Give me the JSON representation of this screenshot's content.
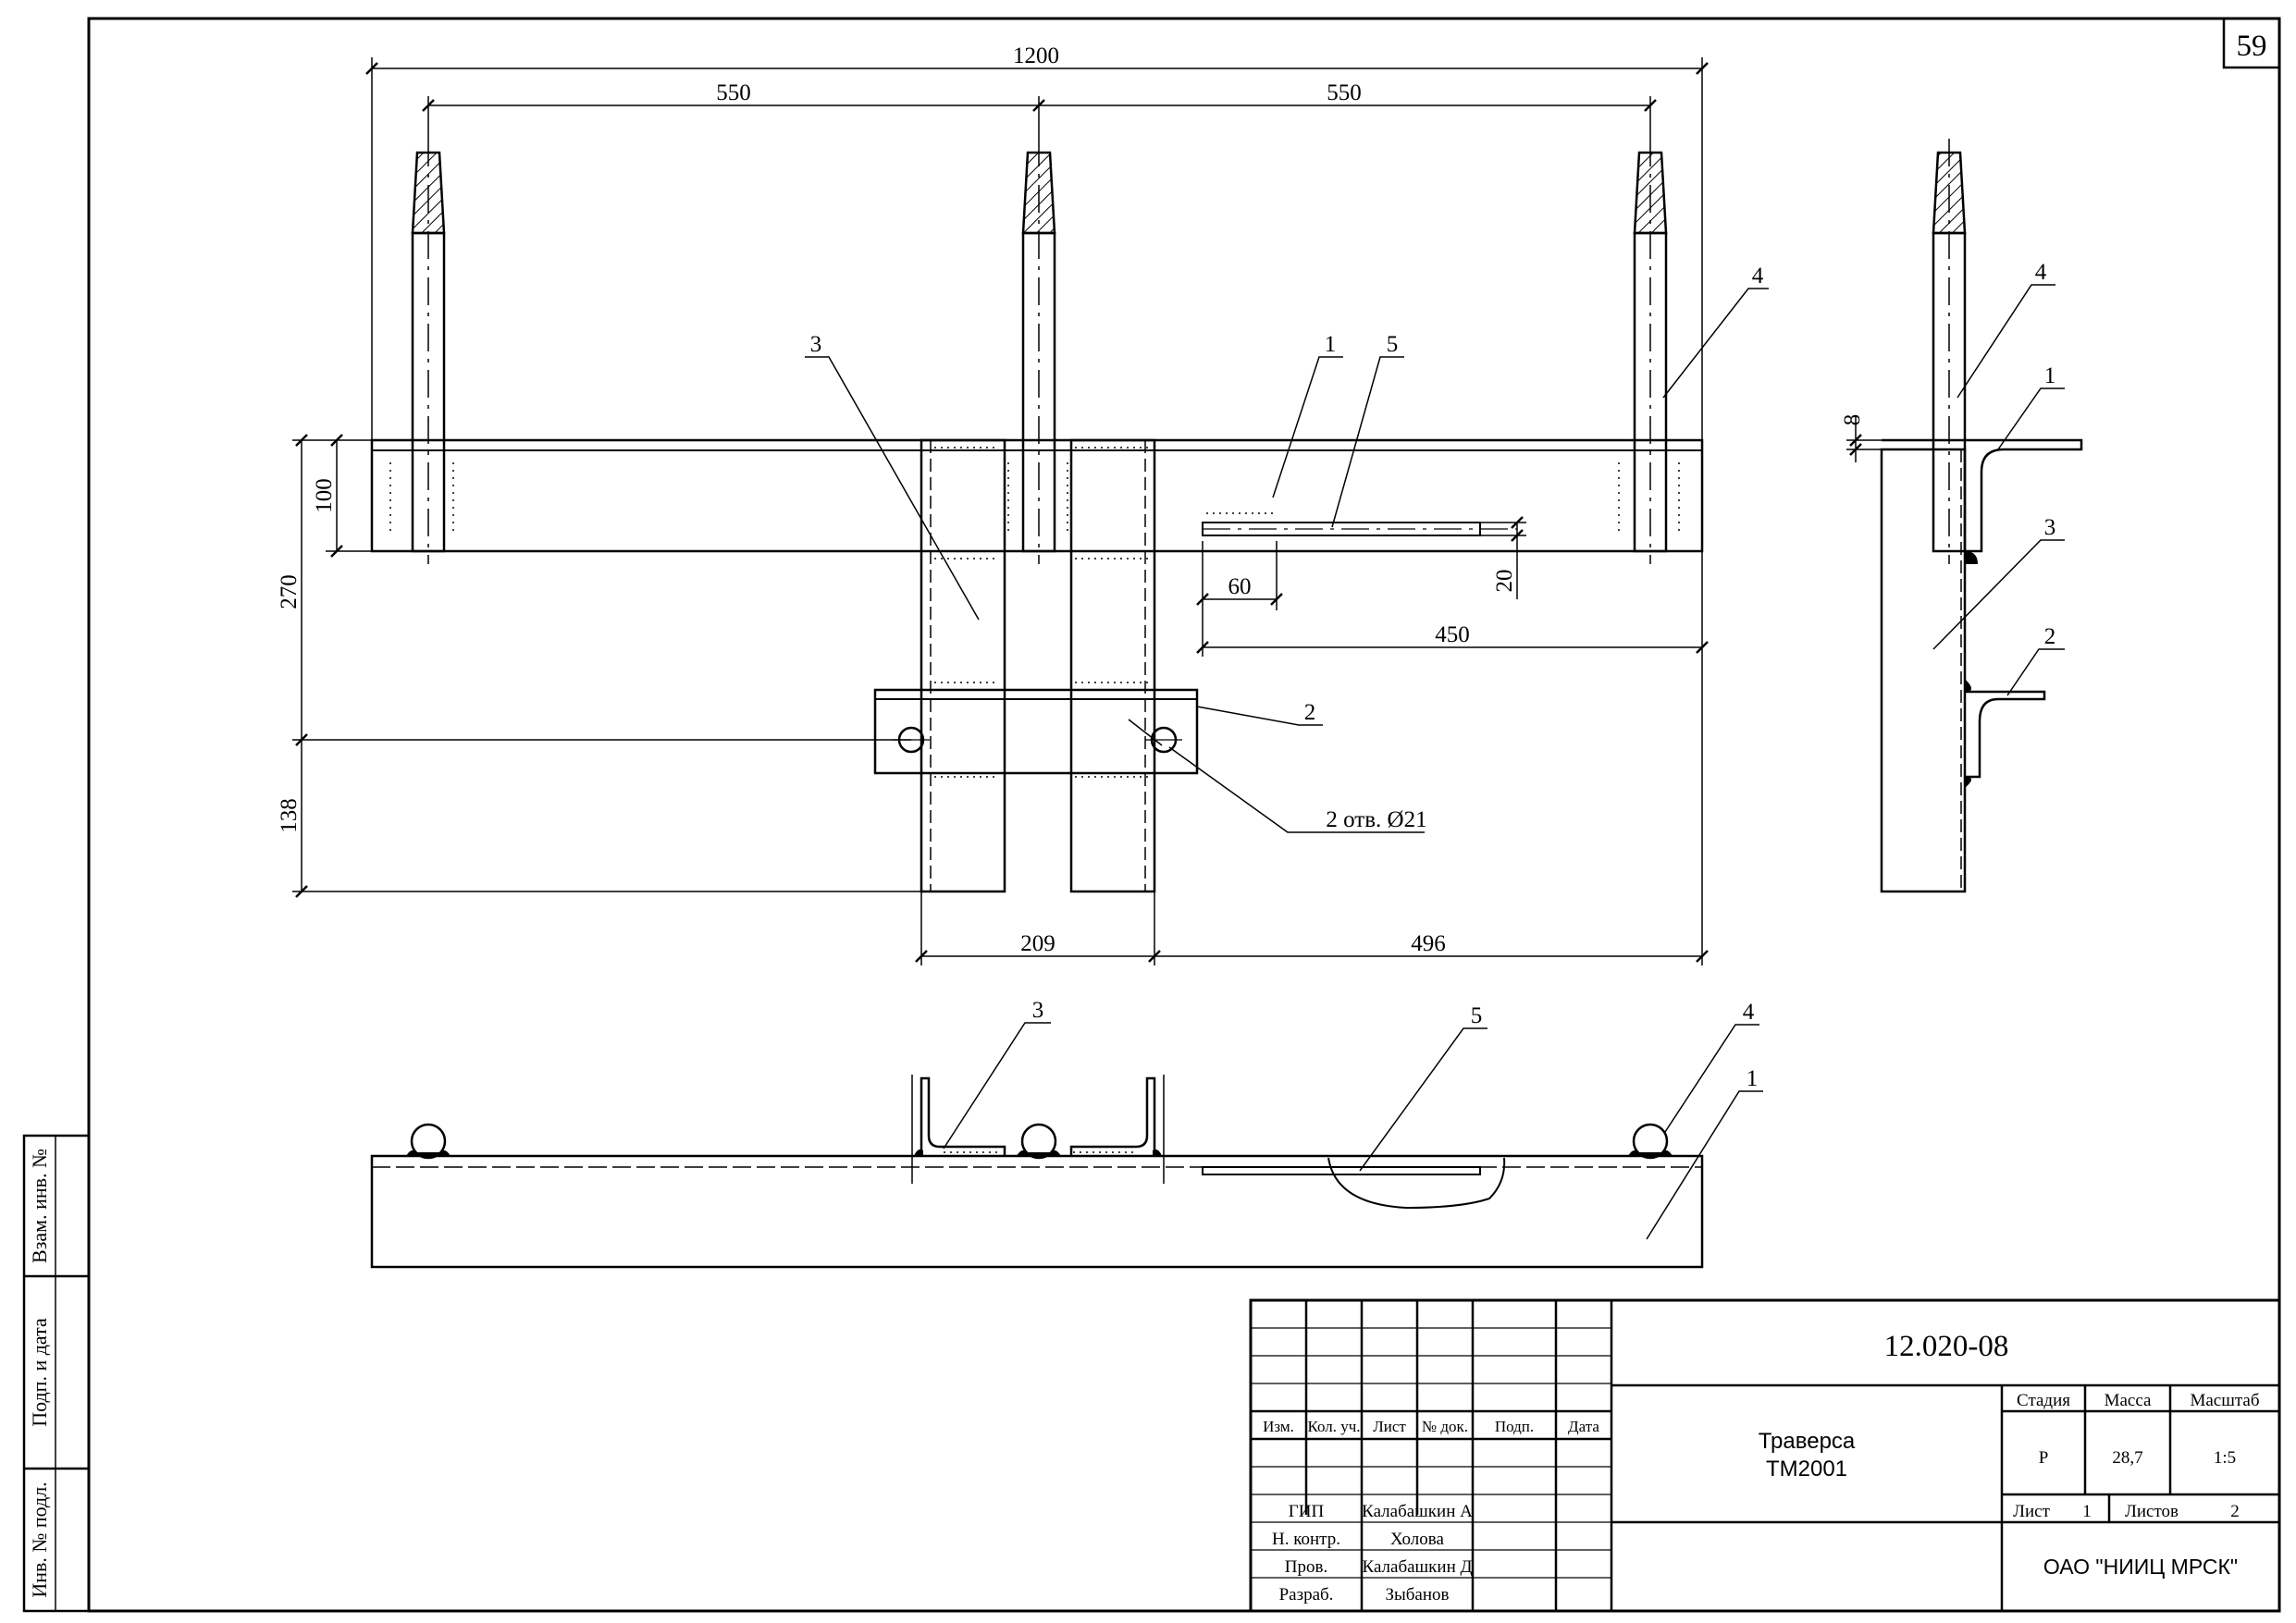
{
  "sheet_number": "59",
  "dimensions": {
    "d1200": "1200",
    "d550_left": "550",
    "d550_right": "550",
    "d100": "100",
    "d270": "270",
    "d138": "138",
    "d60": "60",
    "d20": "20",
    "d450": "450",
    "d209": "209",
    "d496": "496",
    "d8": "8"
  },
  "leaders": {
    "front": [
      "3",
      "1",
      "5",
      "4",
      "2"
    ],
    "holes": "2 отв. Ø21",
    "side": [
      "4",
      "1",
      "3",
      "2"
    ],
    "plan": [
      "3",
      "5",
      "4",
      "1"
    ]
  },
  "side_stamp": {
    "inv_no": "Взам. инв. №",
    "sign_date": "Подп. и дата",
    "orig_inv_no": "Инв. № подл."
  },
  "title_block": {
    "doc_code": "12.020-08",
    "name_line1": "Траверса",
    "name_line2": "ТМ2001",
    "org": "ОАО \"НИИЦ МРСК\"",
    "headers": {
      "izm": "Изм.",
      "kol_uch": "Кол. уч.",
      "list": "Лист",
      "doc_no": "№ док.",
      "podp": "Подп.",
      "date": "Дата"
    },
    "stage_label": "Стадия",
    "mass_label": "Масса",
    "scale_label": "Масштаб",
    "stage_value": "Р",
    "mass_value": "28,7",
    "scale_value": "1:5",
    "sheet_label": "Лист",
    "sheet_value": "1",
    "sheets_label": "Листов",
    "sheets_value": "2",
    "roles": [
      {
        "role": "ГИП",
        "name": "Калабашкин А"
      },
      {
        "role": "Н. контр.",
        "name": "Холова"
      },
      {
        "role": "Пров.",
        "name": "Калабашкин Д"
      },
      {
        "role": "Разраб.",
        "name": "Зыбанов"
      }
    ]
  }
}
